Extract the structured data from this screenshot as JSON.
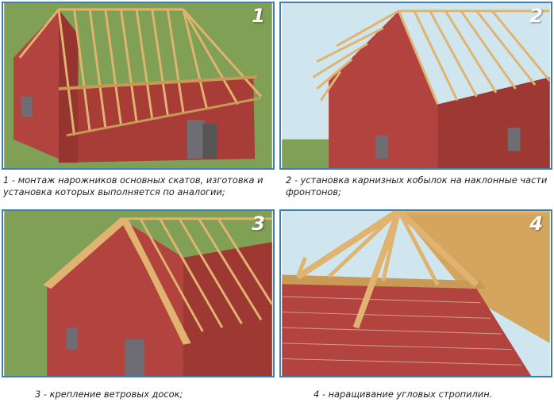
{
  "panels": [
    {
      "number": "1",
      "caption": "1 - монтаж нарожников основных скатов, изготовка и установка которых выполняется по аналогии;"
    },
    {
      "number": "2",
      "caption": "2 - установка карнизных кобылок на наклонные части фронтонов;"
    },
    {
      "number": "3",
      "caption": "3 - крепление ветровых досок;"
    },
    {
      "number": "4",
      "caption": "4 - наращивание угловых стропилин."
    }
  ],
  "colors": {
    "brick": "#b2433e",
    "brick_shadow": "#963530",
    "timber": "#e0b470",
    "grass": "#7fa055",
    "sky": "#cfe6ee",
    "osb": "#d4a55d"
  }
}
